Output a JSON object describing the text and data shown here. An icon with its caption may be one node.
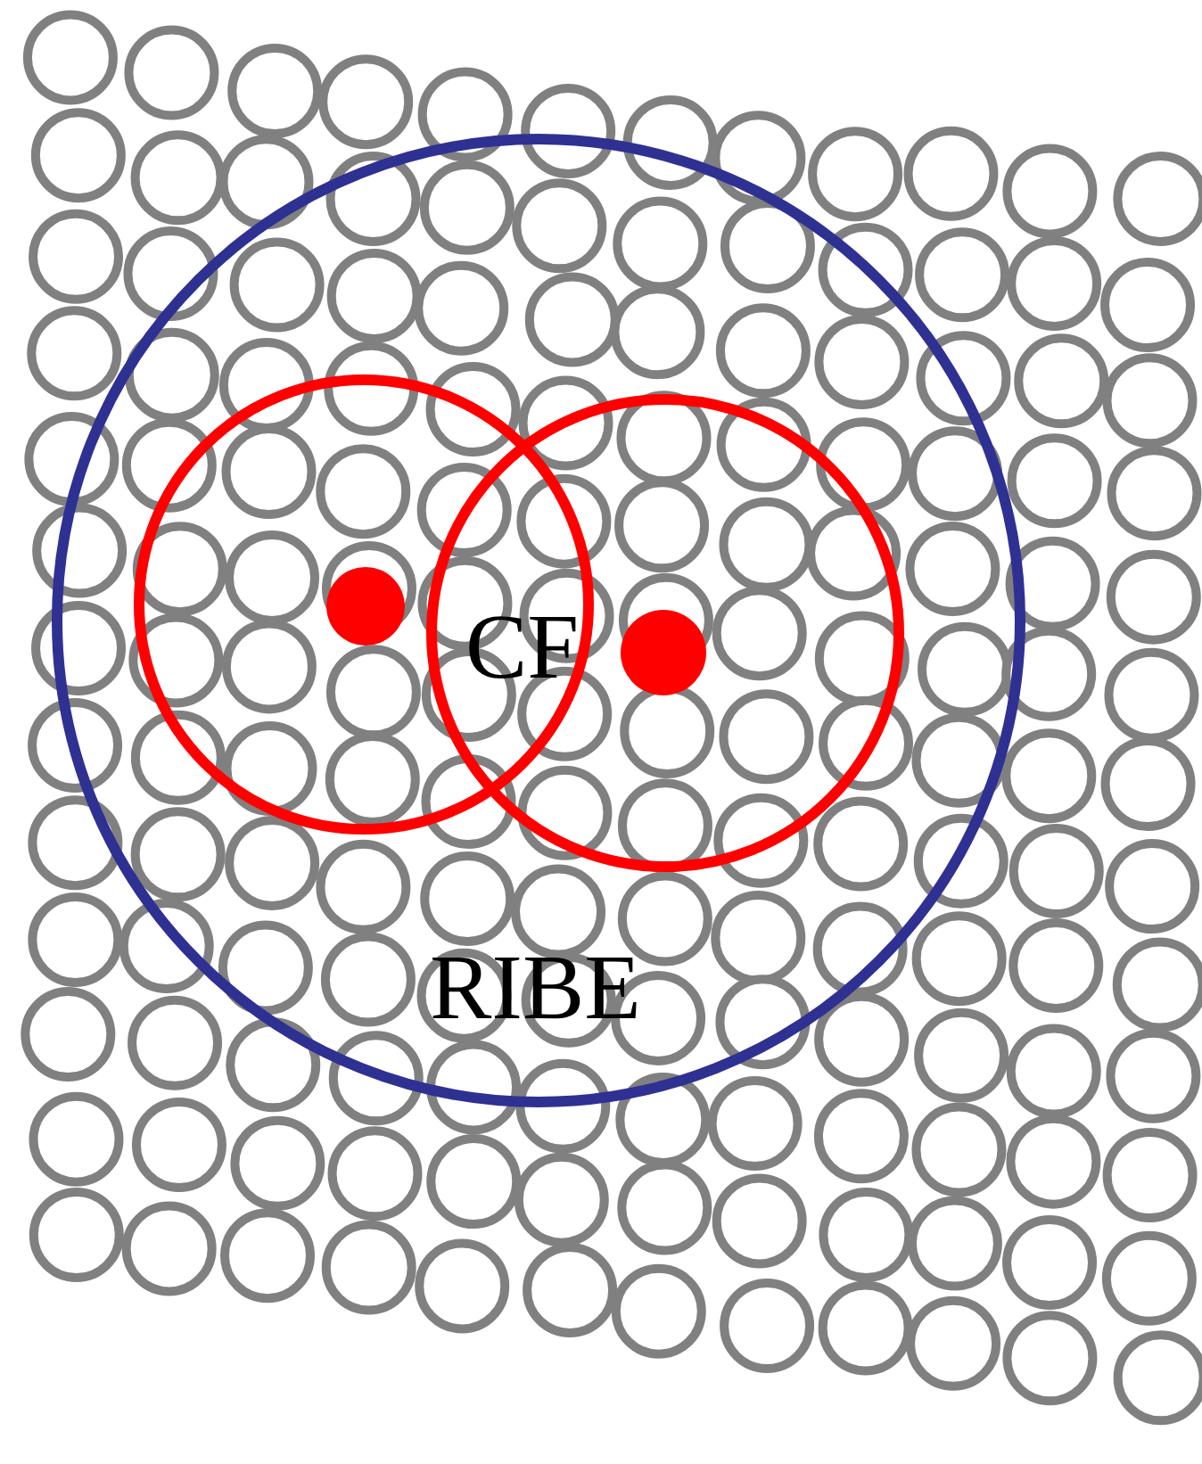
{
  "diagram": {
    "nodes": [
      {
        "text": [
          "RIBE"
        ]
      },
      {
        "text": [],
        "shape": "circle",
        "in": 0
      },
      {
        "text": [],
        "shape": "circle",
        "in": 0
      }
    ],
    "labels": [
      "CF"
    ]
  }
}
